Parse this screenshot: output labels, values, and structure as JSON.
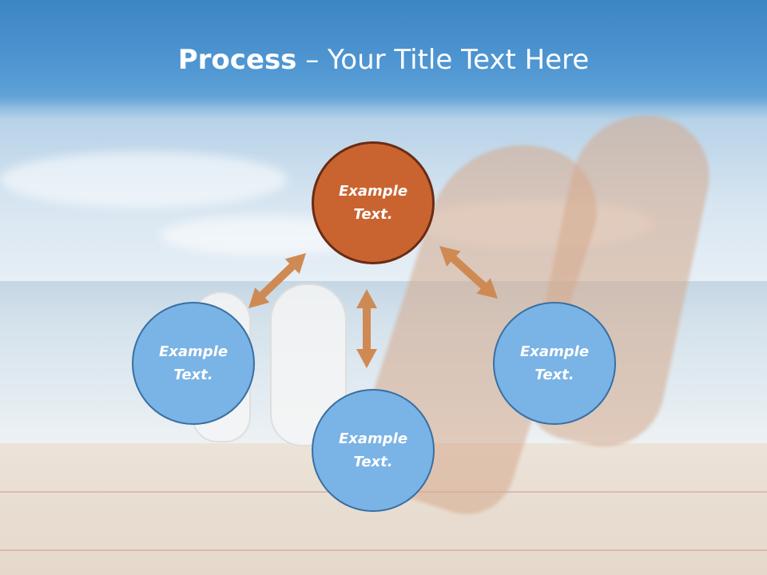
{
  "title": {
    "bold": "Process",
    "rest": " – Your Title Text Here"
  },
  "diagram": {
    "nodes": [
      {
        "id": "top",
        "line1": "Example",
        "line2": "Text."
      },
      {
        "id": "left",
        "line1": "Example",
        "line2": "Text."
      },
      {
        "id": "right",
        "line1": "Example",
        "line2": "Text."
      },
      {
        "id": "bottom",
        "line1": "Example",
        "line2": "Text."
      }
    ],
    "colors": {
      "primary_node": "#c96431",
      "node": "#7ab3e5",
      "arrow": "#cf8a54"
    }
  }
}
